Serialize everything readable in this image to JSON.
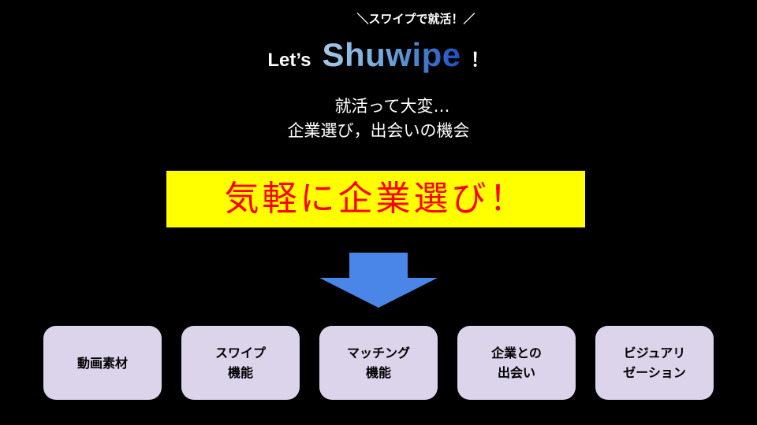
{
  "header": {
    "tagline": "＼スワイプで就活！／",
    "title_prefix": "Let’s",
    "brand": "Shuwipe",
    "exclaim": "！"
  },
  "intro": {
    "line1": "就活って大変…",
    "line2": "企業選び，出会いの機会"
  },
  "banner": {
    "text": "気軽に企業選び！"
  },
  "colors": {
    "background": "#000000",
    "banner_bg": "#ffff00",
    "banner_text": "#ff0000",
    "arrow": "#4a86e8",
    "card_bg": "#dcd4eb"
  },
  "features": [
    {
      "line1": "動画素材",
      "line2": ""
    },
    {
      "line1": "スワイプ",
      "line2": "機能"
    },
    {
      "line1": "マッチング",
      "line2": "機能"
    },
    {
      "line1": "企業との",
      "line2": "出会い"
    },
    {
      "line1": "ビジュアリ",
      "line2": "ゼーション"
    }
  ]
}
